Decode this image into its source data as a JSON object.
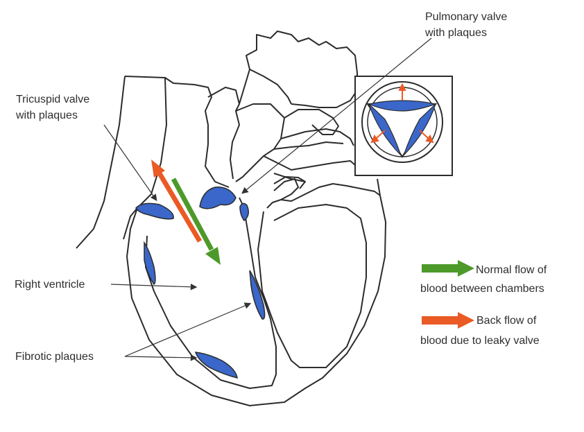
{
  "labels": {
    "pulmonary_line1": "Pulmonary valve",
    "pulmonary_line2": "with plaques",
    "tricuspid_line1": "Tricuspid valve",
    "tricuspid_line2": "with plaques",
    "right_ventricle": "Right ventricle",
    "fibrotic_plaques": "Fibrotic plaques"
  },
  "legend": {
    "normal_line1": "Normal flow of",
    "normal_line2": "blood between chambers",
    "back_line1": "Back flow of",
    "back_line2": "blood due to leaky valve"
  },
  "colors": {
    "outline": "#2b2b2b",
    "plaque_fill": "#3a67c9",
    "normal_flow_arrow": "#4d9a2a",
    "back_flow_arrow": "#ea5a25"
  }
}
